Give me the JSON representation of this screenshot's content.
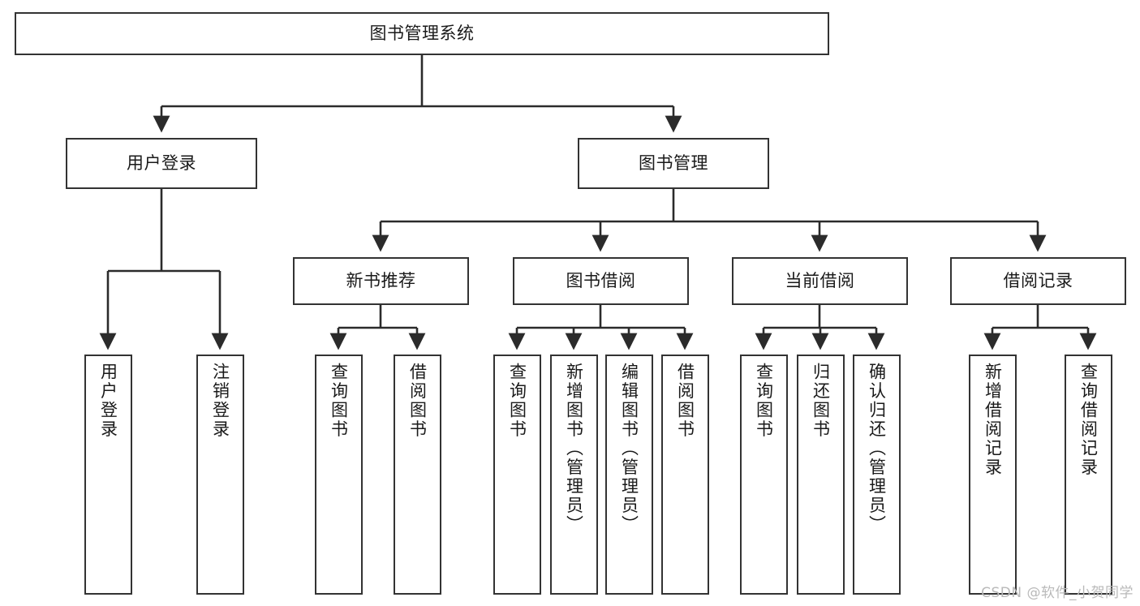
{
  "diagram": {
    "type": "tree",
    "title": "图书管理系统",
    "orientation": "top-down",
    "colors": {
      "box_border": "#333333",
      "box_fill": "#ffffff",
      "edge": "#2b2b2b",
      "text": "#1a1a1a",
      "watermark": "#b9b9b9",
      "background": "#ffffff"
    },
    "root": {
      "label": "图书管理系统"
    },
    "level1": [
      {
        "label": "用户登录"
      },
      {
        "label": "图书管理"
      }
    ],
    "level2": [
      {
        "label": "新书推荐"
      },
      {
        "label": "图书借阅"
      },
      {
        "label": "当前借阅"
      },
      {
        "label": "借阅记录"
      }
    ],
    "leaves": {
      "user_login": [
        {
          "label": "用户登录"
        },
        {
          "label": "注销登录"
        }
      ],
      "new_book_recommend": [
        {
          "label": "查询图书"
        },
        {
          "label": "借阅图书"
        }
      ],
      "book_borrow": [
        {
          "label": "查询图书"
        },
        {
          "label": "新增图书（管理员）"
        },
        {
          "label": "编辑图书（管理员）"
        },
        {
          "label": "借阅图书"
        }
      ],
      "current_borrow": [
        {
          "label": "查询图书"
        },
        {
          "label": "归还图书"
        },
        {
          "label": "确认归还（管理员）"
        }
      ],
      "borrow_record": [
        {
          "label": "新增借阅记录"
        },
        {
          "label": "查询借阅记录"
        }
      ]
    }
  },
  "watermark": {
    "text": "CSDN @软件_小贺同学"
  }
}
